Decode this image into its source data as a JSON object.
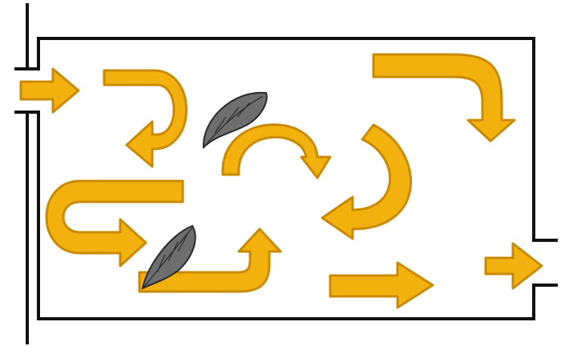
{
  "diagram": {
    "subject": "room-airflow-schematic",
    "colors": {
      "background": "#ffffff",
      "wall": "#111111",
      "arrow_fill": "#f2b10d",
      "arrow_outline": "#c98a00",
      "feather_fill": "#6e6e6e",
      "feather_stroke": "#2b2b2b"
    },
    "openings": [
      {
        "name": "inlet",
        "side": "left"
      },
      {
        "name": "outlet",
        "side": "right"
      }
    ],
    "arrows": [
      {
        "name": "arrow-inlet",
        "shape": "straight",
        "direction": "right"
      },
      {
        "name": "arrow-u-turn-top-left",
        "shape": "u-turn",
        "direction": "left"
      },
      {
        "name": "arrow-top-right-bend",
        "shape": "bend",
        "direction": "down"
      },
      {
        "name": "arrow-center-arc",
        "shape": "arc",
        "direction": "down-right"
      },
      {
        "name": "arrow-right-c-curve",
        "shape": "c-curve",
        "direction": "left"
      },
      {
        "name": "arrow-s-turn-left",
        "shape": "u-turn",
        "direction": "right"
      },
      {
        "name": "arrow-bottom-l-up",
        "shape": "bend",
        "direction": "up"
      },
      {
        "name": "arrow-bottom-straight",
        "shape": "straight",
        "direction": "right"
      },
      {
        "name": "arrow-outlet",
        "shape": "straight",
        "direction": "right"
      }
    ],
    "particles": [
      {
        "name": "feather-particle-upper",
        "icon": "feather-icon"
      },
      {
        "name": "feather-particle-lower",
        "icon": "feather-icon"
      }
    ]
  }
}
